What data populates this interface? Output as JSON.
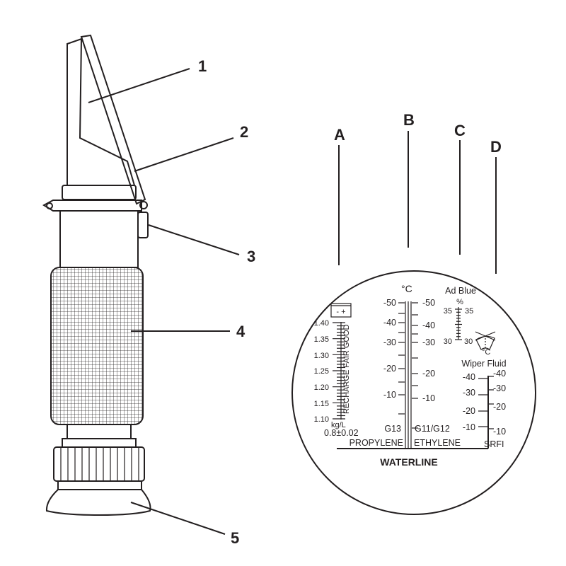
{
  "callouts": [
    "1",
    "2",
    "3",
    "4",
    "5"
  ],
  "scale_lines": [
    "A",
    "B",
    "C",
    "D"
  ],
  "battery": {
    "box": "- +",
    "values": [
      "1.40",
      "1.35",
      "1.30",
      "1.25",
      "1.20",
      "1.15",
      "1.10"
    ],
    "good": "GOOD",
    "fair": "RECHARGE FAIR",
    "unit": "kg/L",
    "spec": "0.8±0.02"
  },
  "coolant": {
    "unit": "°C",
    "left": [
      "-50",
      "-40",
      "-30",
      "-20",
      "-10"
    ],
    "right": [
      "-50",
      "-40",
      "-30",
      "-20",
      "-10"
    ],
    "left_type": "G13",
    "right_type": "G11/G12",
    "left_name": "PROPYLENE",
    "right_name": "ETHYLENE"
  },
  "adblue": {
    "title": "Ad Blue",
    "unit": "%",
    "top_left": "35",
    "top_right": "35",
    "bottom_left": "30",
    "bottom_right": "30",
    "wiper_unit": "°C"
  },
  "wiper": {
    "title": "Wiper Fluid",
    "left": [
      "-40",
      "-30",
      "-20",
      "-10"
    ],
    "right": [
      "-40",
      "-30",
      "-20",
      "-10"
    ],
    "label": "SRFI"
  },
  "waterline": "WATERLINE"
}
